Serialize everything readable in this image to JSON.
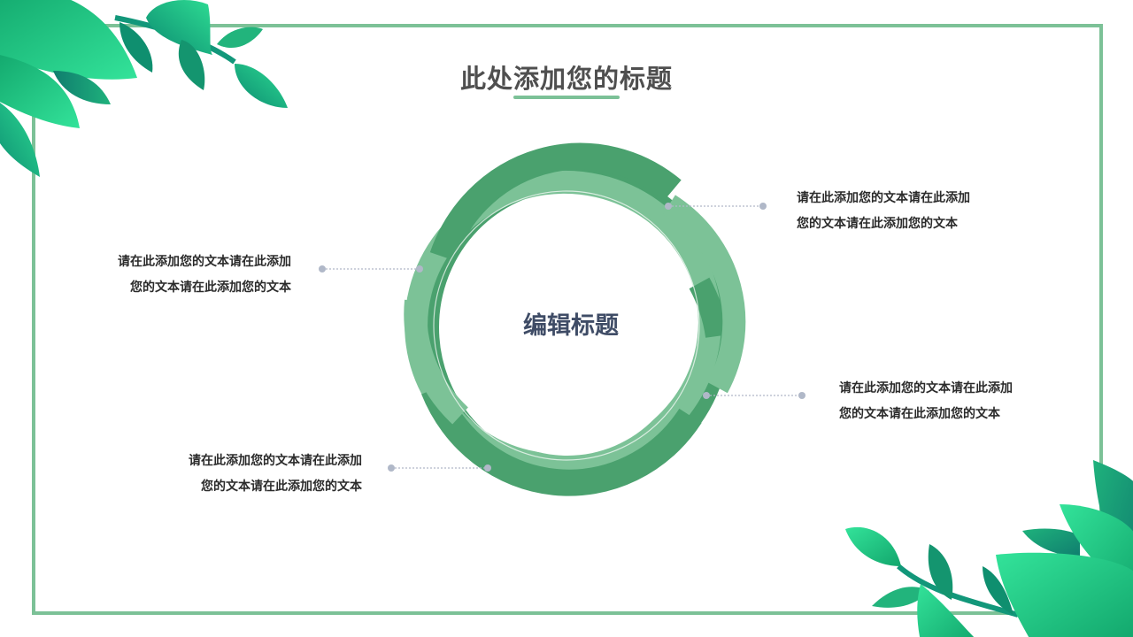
{
  "slide": {
    "title": "此处添加您的标题",
    "center_title": "编辑标题",
    "text_blocks": [
      {
        "position": "top-right",
        "line1": "请在此添加您的文本请在此添加",
        "line2": "您的文本请在此添加您的文本"
      },
      {
        "position": "left-upper",
        "line1": "请在此添加您的文本请在此添加",
        "line2": "您的文本请在此添加您的文本"
      },
      {
        "position": "right-lower",
        "line1": "请在此添加您的文本请在此添加",
        "line2": "您的文本请在此添加您的文本"
      },
      {
        "position": "bottom-left",
        "line1": "请在此添加您的文本请在此添加",
        "line2": "您的文本请在此添加您的文本"
      }
    ]
  },
  "colors": {
    "frame": "#7cc197",
    "ring_dark": "#4aa16e",
    "ring_light": "#7cc297",
    "connector": "#b0b8c8",
    "title_text": "#4f4f4f",
    "center_text": "#3f4c66",
    "leaf_light": "#2ee092",
    "leaf_dark": "#0f8a72"
  },
  "decorations": {
    "top_left": "leaf-branch-icon",
    "bottom_right": "leaf-branch-icon"
  }
}
